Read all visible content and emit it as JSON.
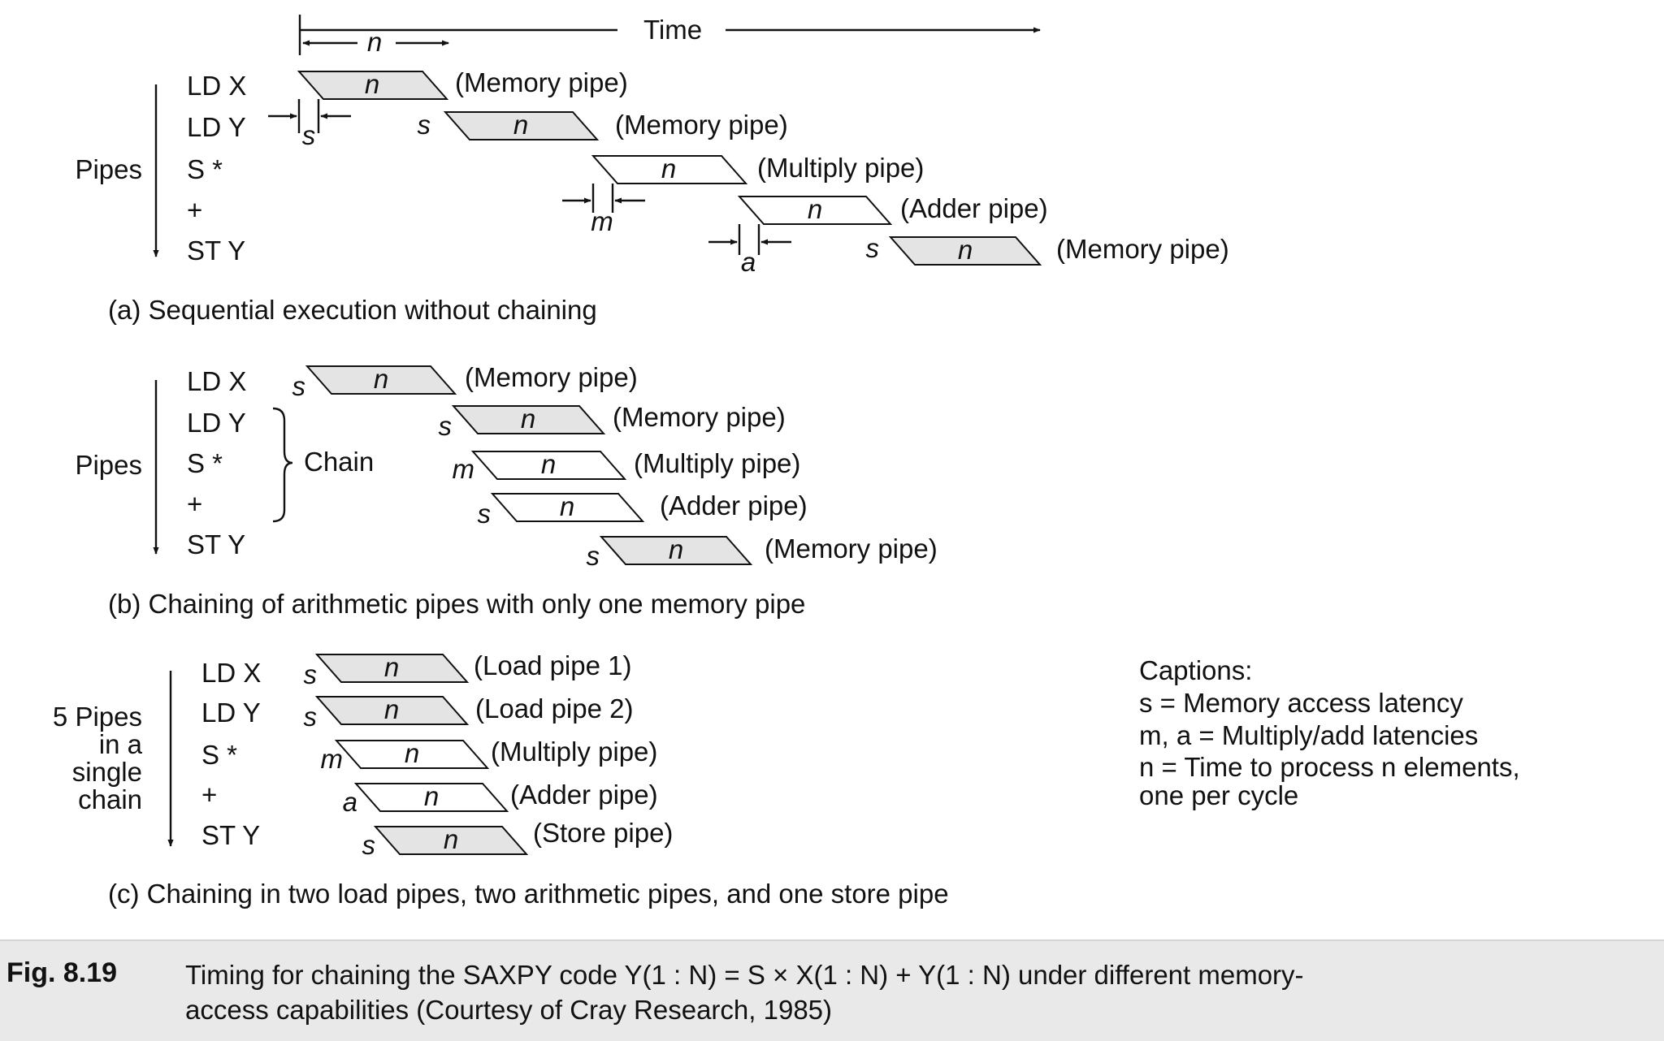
{
  "time_axis": {
    "label": "Time",
    "unit": "n"
  },
  "panels": [
    {
      "axis_label": [
        "Pipes"
      ],
      "ops": [
        "LD X",
        "LD Y",
        "S *",
        "+",
        "ST Y"
      ],
      "pipes": [
        {
          "prefix": "",
          "label": "n",
          "name": "(Memory pipe)"
        },
        {
          "prefix": "s",
          "label": "n",
          "name": "(Memory pipe)"
        },
        {
          "prefix": "",
          "label": "n",
          "name": "(Multiply pipe)"
        },
        {
          "prefix": "",
          "label": "n",
          "name": "(Adder pipe)"
        },
        {
          "prefix": "s",
          "label": "n",
          "name": "(Memory pipe)"
        }
      ],
      "gap_labels": [
        "s",
        "m",
        "a"
      ],
      "caption": "(a) Sequential execution without chaining"
    },
    {
      "axis_label": [
        "Pipes"
      ],
      "ops": [
        "LD X",
        "LD Y",
        "S *",
        "+",
        "ST Y"
      ],
      "chain_label": "Chain",
      "pipes": [
        {
          "prefix": "s",
          "label": "n",
          "name": "(Memory pipe)"
        },
        {
          "prefix": "s",
          "label": "n",
          "name": "(Memory pipe)"
        },
        {
          "prefix": "m",
          "label": "n",
          "name": "(Multiply pipe)"
        },
        {
          "prefix": "s",
          "label": "n",
          "name": "(Adder pipe)"
        },
        {
          "prefix": "s",
          "label": "n",
          "name": "(Memory pipe)"
        }
      ],
      "caption": "(b) Chaining of arithmetic pipes with only one memory pipe"
    },
    {
      "axis_label": [
        "5 Pipes",
        "in a",
        "single",
        "chain"
      ],
      "ops": [
        "LD X",
        "LD Y",
        "S *",
        "+",
        "ST Y"
      ],
      "pipes": [
        {
          "prefix": "s",
          "label": "n",
          "name": "(Load pipe 1)"
        },
        {
          "prefix": "s",
          "label": "n",
          "name": "(Load pipe 2)"
        },
        {
          "prefix": "m",
          "label": "n",
          "name": "(Multiply pipe)"
        },
        {
          "prefix": "a",
          "label": "n",
          "name": "(Adder pipe)"
        },
        {
          "prefix": "s",
          "label": "n",
          "name": "(Store pipe)"
        }
      ],
      "caption": "(c) Chaining in two load pipes, two arithmetic pipes, and one store pipe"
    }
  ],
  "legend": {
    "title": "Captions:",
    "lines": [
      "s = Memory access latency",
      "m, a = Multiply/add latencies",
      "n = Time to process n elements,",
      "one per cycle"
    ]
  },
  "figure_caption": {
    "number": "Fig. 8.19",
    "line1": "Timing for chaining the SAXPY code Y(1 : N) = S × X(1 : N) + Y(1 : N) under different memory-",
    "line2": "access capabilities (Courtesy of Cray Research, 1985)"
  }
}
